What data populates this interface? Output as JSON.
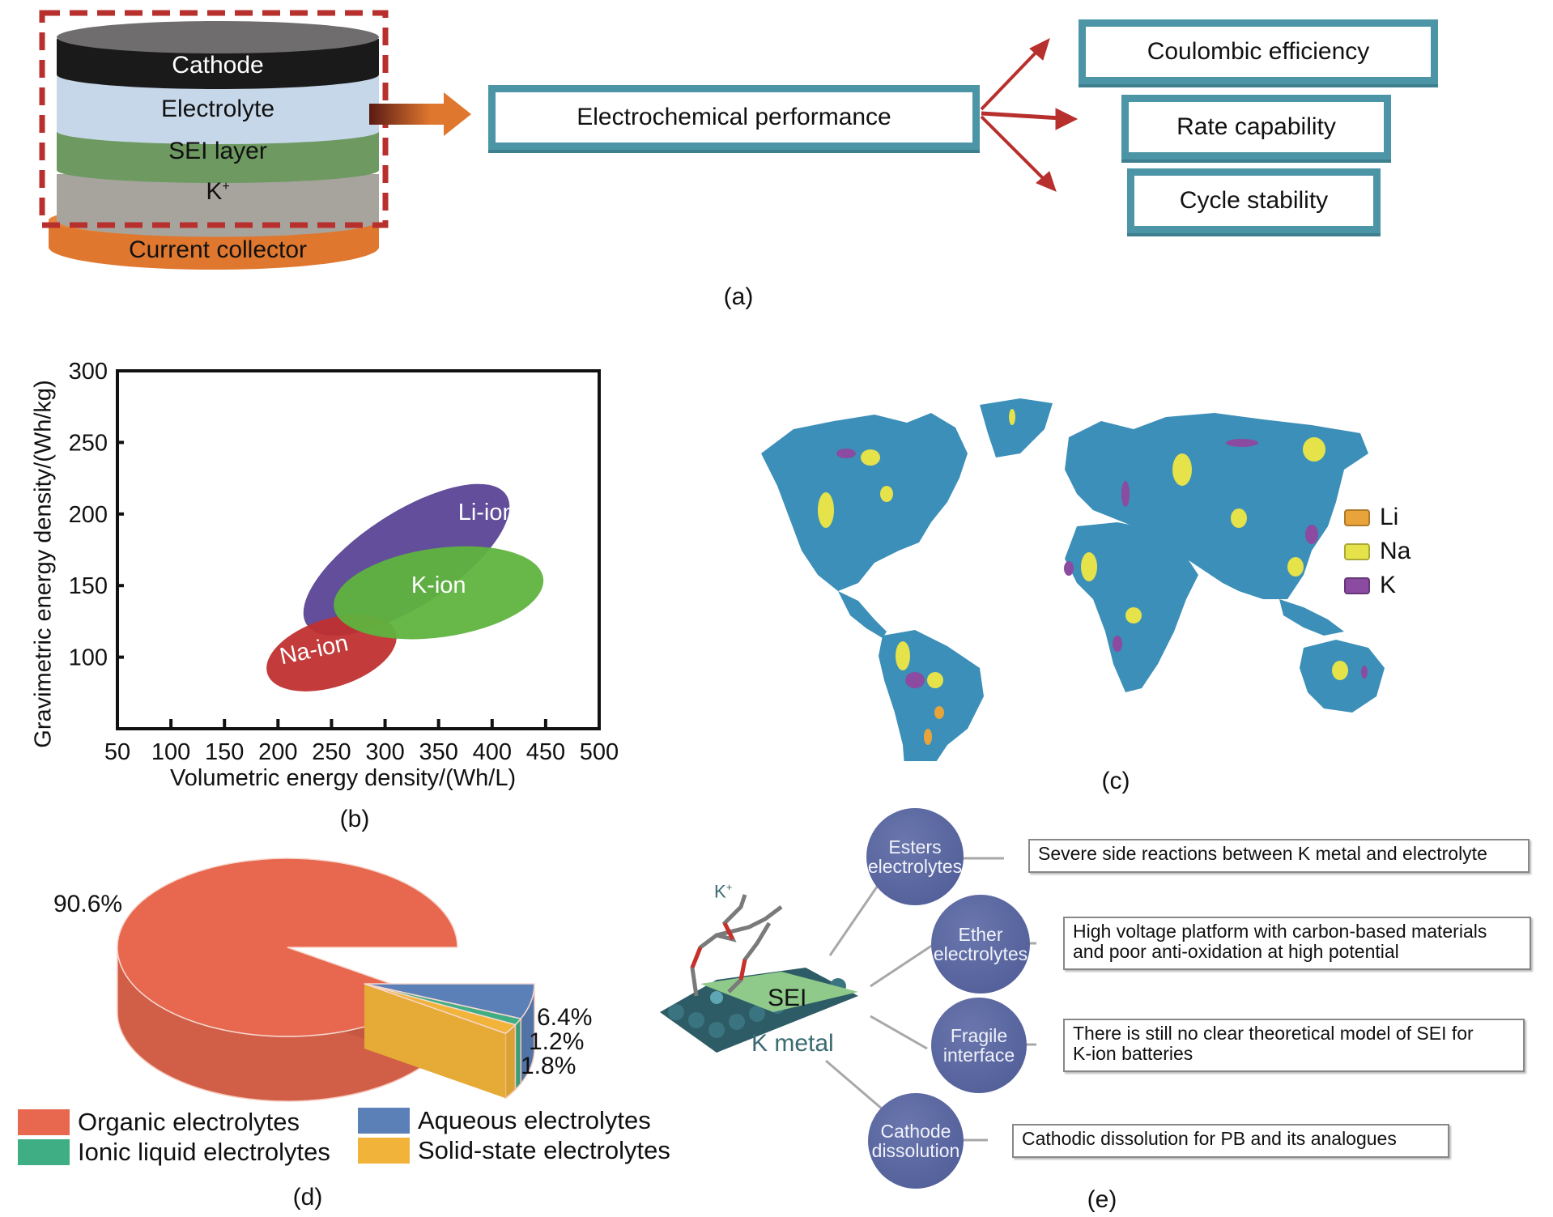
{
  "panel_a": {
    "caption": "(a)",
    "battery_layers": [
      {
        "label": "Cathode",
        "color": "#1a1a1a"
      },
      {
        "label": "Electrolyte",
        "color": "#c7d7ea"
      },
      {
        "label": "SEI layer",
        "color": "#6e9a62"
      },
      {
        "label": "K",
        "superscript": "+",
        "color": "#a7a49d"
      },
      {
        "label": "Current collector",
        "color": "#e0772e"
      }
    ],
    "main_box": "Electrochemical performance",
    "outcomes": [
      "Coulombic efficiency",
      "Rate capability",
      "Cycle stability"
    ],
    "colors": {
      "box_border": "#4b95a6",
      "arrow": "#b8302d",
      "dashed_frame": "#b8302d"
    }
  },
  "panel_b": {
    "caption": "(b)"
  },
  "panel_c": {
    "caption": "(c)",
    "legend": [
      {
        "label": "Li",
        "color": "#e8a43a"
      },
      {
        "label": "Na",
        "color": "#e6e24a"
      },
      {
        "label": "K",
        "color": "#8a4ba0"
      }
    ],
    "map_color": "#3c8fb8"
  },
  "panel_d": {
    "caption": "(d)"
  },
  "panel_e": {
    "caption": "(e)",
    "center_labels": {
      "sei": "SEI",
      "metal": "K metal",
      "ion": "K",
      "ion_sup": "+"
    },
    "challenges": [
      {
        "bubble": [
          "Esters",
          "electrolytes"
        ],
        "description": [
          "Severe side reactions between K metal and electrolyte"
        ]
      },
      {
        "bubble": [
          "Ether",
          "electrolytes"
        ],
        "description": [
          "High voltage platform with carbon-based materials",
          "and poor anti-oxidation at high potential"
        ]
      },
      {
        "bubble": [
          "Fragile",
          "interface"
        ],
        "description": [
          "There is still no clear theoretical model of SEI for",
          "K-ion batteries"
        ]
      },
      {
        "bubble": [
          "Cathode",
          "dissolution"
        ],
        "description": [
          "Cathodic dissolution for PB and its analogues"
        ]
      }
    ]
  },
  "chart_data": [
    {
      "type": "scatter",
      "subtype": "region-ellipses",
      "title": "",
      "xlabel": "Volumetric energy density/(Wh/L)",
      "ylabel": "Gravimetric energy density/(Wh/kg)",
      "xlim": [
        50,
        500
      ],
      "ylim": [
        50,
        300
      ],
      "xticks": [
        50,
        100,
        150,
        200,
        250,
        300,
        350,
        400,
        450,
        500
      ],
      "yticks": [
        100,
        150,
        200,
        250,
        300
      ],
      "grid": false,
      "series": [
        {
          "name": "Li-ion",
          "color": "#5a4595",
          "x_range": [
            200,
            440
          ],
          "y_range": [
            110,
            225
          ],
          "center": [
            320,
            168
          ],
          "angle_deg": 33
        },
        {
          "name": "K-ion",
          "color": "#5fb33f",
          "x_range": [
            255,
            445
          ],
          "y_range": [
            120,
            170
          ],
          "center": [
            350,
            145
          ],
          "angle_deg": 8
        },
        {
          "name": "Na-ion",
          "color": "#c03030",
          "x_range": [
            175,
            325
          ],
          "y_range": [
            80,
            125
          ],
          "center": [
            250,
            103
          ],
          "angle_deg": 18
        }
      ]
    },
    {
      "type": "pie",
      "title": "",
      "categories": [
        "Organic electrolytes",
        "Aqueous electrolytes",
        "Ionic liquid electrolytes",
        "Solid-state electrolytes"
      ],
      "values": [
        90.6,
        6.4,
        1.2,
        1.8
      ],
      "labels": [
        "90.6%",
        "6.4%",
        "1.2%",
        "1.8%"
      ],
      "colors": [
        "#e8684f",
        "#5b80b8",
        "#3fae84",
        "#f2b33a"
      ],
      "legend": "bottom",
      "style": "3d-exploded"
    }
  ]
}
